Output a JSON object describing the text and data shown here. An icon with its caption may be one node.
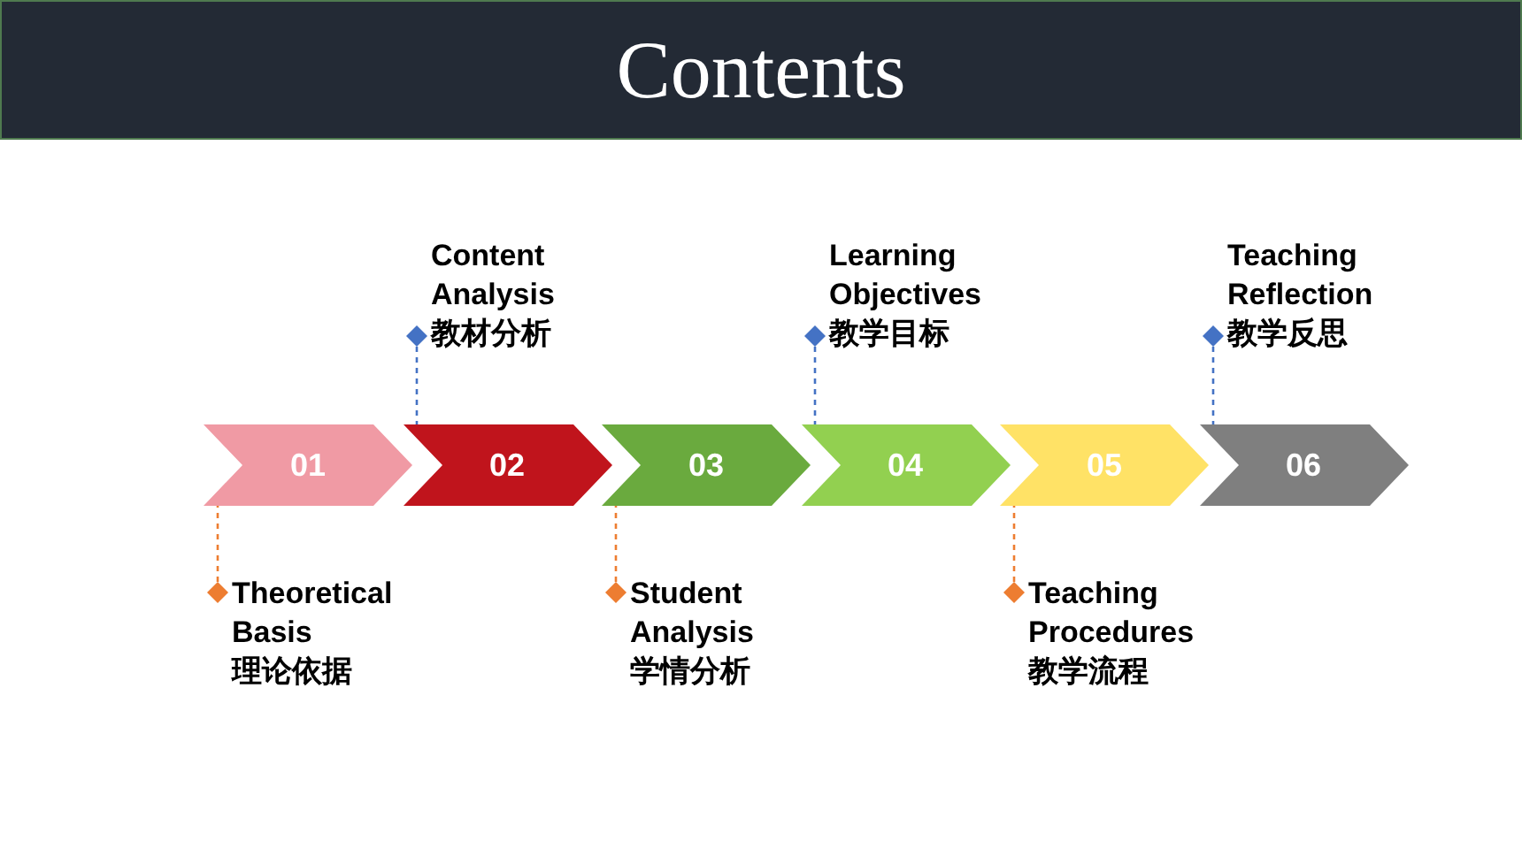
{
  "diagram": {
    "title": "Contents",
    "nodes": [
      {
        "text": [
          "01"
        ]
      },
      {
        "text": [
          "02"
        ]
      },
      {
        "text": [
          "03"
        ]
      },
      {
        "text": [
          "04"
        ]
      },
      {
        "text": [
          "05"
        ]
      },
      {
        "text": [
          "06"
        ]
      },
      {
        "text": [
          "Theoretical Basis",
          "理论依据"
        ]
      },
      {
        "text": [
          "Content Analysis",
          "教材分析"
        ]
      },
      {
        "text": [
          "Student Analysis",
          "学情分析"
        ]
      },
      {
        "text": [
          "Learning Objectives",
          "教学目标"
        ]
      },
      {
        "text": [
          "Teaching Procedures",
          "教学流程"
        ]
      },
      {
        "text": [
          "Teaching Reflection",
          "教学反思"
        ]
      }
    ],
    "edges": [
      {
        "from": 6,
        "to": 0,
        "arrow": "other",
        "style": "dashed",
        "color": "#ed7d31"
      },
      {
        "from": 7,
        "to": 1,
        "arrow": "other",
        "style": "dashed",
        "color": "#4472c4"
      },
      {
        "from": 8,
        "to": 2,
        "arrow": "other",
        "style": "dashed",
        "color": "#ed7d31"
      },
      {
        "from": 9,
        "to": 3,
        "arrow": "other",
        "style": "dashed",
        "color": "#4472c4"
      },
      {
        "from": 10,
        "to": 4,
        "arrow": "other",
        "style": "dashed",
        "color": "#ed7d31"
      },
      {
        "from": 11,
        "to": 5,
        "arrow": "other",
        "style": "dashed",
        "color": "#4472c4"
      }
    ]
  }
}
